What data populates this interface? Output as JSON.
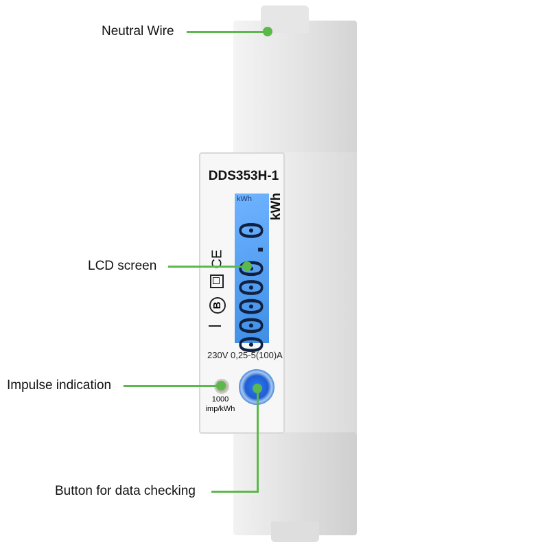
{
  "callouts": {
    "neutral_wire": "Neutral Wire",
    "lcd_screen": "LCD screen",
    "impulse_indication": "Impulse indication",
    "button": "Button for data checking"
  },
  "device": {
    "model": "DDS353H-1",
    "unit": "kWh",
    "lcd_unit": "kWh",
    "lcd_reading": "00000.0",
    "rating": "230V 0,25-5(100)A",
    "impulse_rate": "1000",
    "impulse_unit": "imp/kWh",
    "ce_mark": "CE",
    "class_mark": "B"
  },
  "colors": {
    "accent": "#5bb84a",
    "lcd": "#3f8fe6",
    "button": "#1f6fd6"
  }
}
